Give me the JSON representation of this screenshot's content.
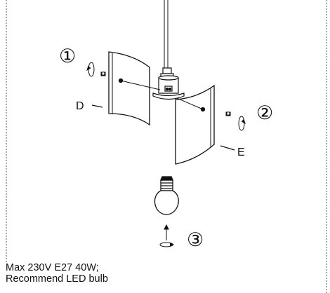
{
  "diagram": {
    "step_markers": [
      "①",
      "②",
      "③"
    ],
    "part_labels": {
      "shade_left": "D",
      "shade_right": "E"
    },
    "note_lines": [
      "Max 230V E27 40W;",
      "Recommend LED bulb"
    ]
  }
}
